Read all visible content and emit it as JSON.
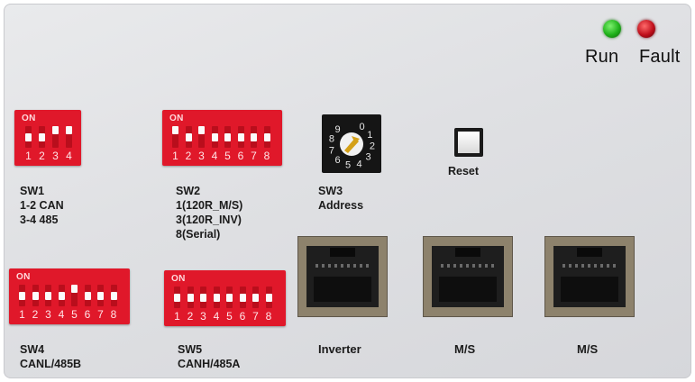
{
  "indicators": {
    "run_label": "Run",
    "fault_label": "Fault",
    "run_color": "#1fb11a",
    "fault_color": "#c0101c"
  },
  "switches": {
    "on_text": "ON",
    "sw1": {
      "name": "SW1",
      "line1": "1-2 CAN",
      "line2": "3-4 485",
      "positions": [
        "1",
        "2",
        "3",
        "4"
      ]
    },
    "sw2": {
      "name": "SW2",
      "line1": "1(120R_M/S)",
      "line2": "3(120R_INV)",
      "line3": "8(Serial)",
      "positions": [
        "1",
        "2",
        "3",
        "4",
        "5",
        "6",
        "7",
        "8"
      ]
    },
    "sw3": {
      "name": "SW3",
      "line1": "Address",
      "dial_digits": [
        "0",
        "1",
        "2",
        "3",
        "4",
        "5",
        "6",
        "7",
        "8",
        "9"
      ]
    },
    "sw4": {
      "name": "SW4",
      "line1": "CANL/485B",
      "positions": [
        "1",
        "2",
        "3",
        "4",
        "5",
        "6",
        "7",
        "8"
      ]
    },
    "sw5": {
      "name": "SW5",
      "line1": "CANH/485A",
      "positions": [
        "1",
        "2",
        "3",
        "4",
        "5",
        "6",
        "7",
        "8"
      ]
    }
  },
  "reset": {
    "label": "Reset"
  },
  "ports": [
    {
      "label": "Inverter"
    },
    {
      "label": "M/S"
    },
    {
      "label": "M/S"
    }
  ]
}
